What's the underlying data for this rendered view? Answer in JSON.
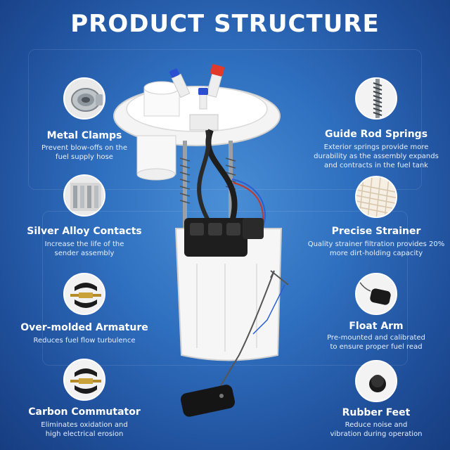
{
  "title": "PRODUCT STRUCTURE",
  "features_left": [
    {
      "icon": "metal-clamp-icon",
      "title": "Metal Clamps",
      "desc": "Prevent blow-offs on the\nfuel supply hose"
    },
    {
      "icon": "silver-alloy-contacts-icon",
      "title": "Silver Alloy Contacts",
      "desc": "Increase the life of the\nsender assembly"
    },
    {
      "icon": "armature-icon",
      "title": "Over-molded Armature",
      "desc": "Reduces fuel flow turbulence"
    },
    {
      "icon": "commutator-icon",
      "title": "Carbon Commutator",
      "desc": "Eliminates oxidation and\nhigh electrical erosion"
    }
  ],
  "features_right": [
    {
      "icon": "guide-rod-spring-icon",
      "title": "Guide Rod Springs",
      "desc": "Exterior springs provide more\ndurability as the assembly expands\nand contracts in the fuel tank"
    },
    {
      "icon": "strainer-icon",
      "title": "Precise Strainer",
      "desc": "Quality strainer filtration provides 20%\nmore dirt-holding capacity"
    },
    {
      "icon": "float-arm-icon",
      "title": "Float Arm",
      "desc": "Pre-mounted and calibrated\nto ensure proper fuel read"
    },
    {
      "icon": "rubber-feet-icon",
      "title": "Rubber Feet",
      "desc": "Reduce noise and\nvibration during operation"
    }
  ]
}
